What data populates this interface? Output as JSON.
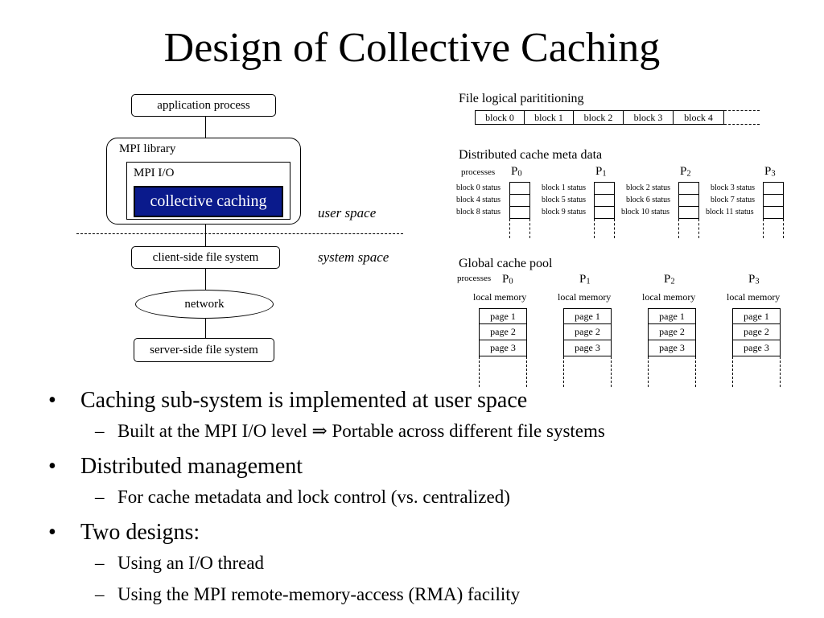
{
  "title": "Design of Collective Caching",
  "stack": {
    "app_process": "application process",
    "mpi_library": "MPI library",
    "mpi_io": "MPI I/O",
    "collective_caching": "collective caching",
    "user_space": "user space",
    "system_space": "system space",
    "client_fs": "client-side file system",
    "network": "network",
    "server_fs": "server-side file system",
    "collective_caching_fill": "#0a1a8c"
  },
  "partitioning": {
    "title": "File logical parititioning",
    "blocks": [
      "block 0",
      "block 1",
      "block 2",
      "block 3",
      "block 4"
    ]
  },
  "metadata": {
    "title": "Distributed cache meta data",
    "processes_label": "processes",
    "procs": [
      {
        "p": "P",
        "n": "0",
        "rows": [
          "block 0 status",
          "block 4 status",
          "block 8 status"
        ]
      },
      {
        "p": "P",
        "n": "1",
        "rows": [
          "block 1 status",
          "block 5 status",
          "block 9 status"
        ]
      },
      {
        "p": "P",
        "n": "2",
        "rows": [
          "block 2 status",
          "block 6 status",
          "block 10 status"
        ]
      },
      {
        "p": "P",
        "n": "3",
        "rows": [
          "block 3 status",
          "block 7 status",
          "block 11 status"
        ]
      }
    ]
  },
  "pool": {
    "title": "Global cache pool",
    "processes_label": "processes",
    "local_memory": "local memory",
    "procs": [
      {
        "p": "P",
        "n": "0",
        "pages": [
          "page 1",
          "page 2",
          "page 3"
        ]
      },
      {
        "p": "P",
        "n": "1",
        "pages": [
          "page 1",
          "page 2",
          "page 3"
        ]
      },
      {
        "p": "P",
        "n": "2",
        "pages": [
          "page 1",
          "page 2",
          "page 3"
        ]
      },
      {
        "p": "P",
        "n": "3",
        "pages": [
          "page 1",
          "page 2",
          "page 3"
        ]
      }
    ]
  },
  "bullets": [
    {
      "text": "Caching sub-system is implemented at user space",
      "subs": [
        "Built at the MPI I/O level ⇒ Portable across different file systems"
      ]
    },
    {
      "text": "Distributed management",
      "subs": [
        "For cache metadata and lock control (vs. centralized)"
      ]
    },
    {
      "text": "Two designs:",
      "subs": [
        "Using an I/O thread",
        "Using the MPI remote-memory-access (RMA) facility"
      ]
    }
  ],
  "bullet_glyph": "•",
  "sub_glyph": "–"
}
